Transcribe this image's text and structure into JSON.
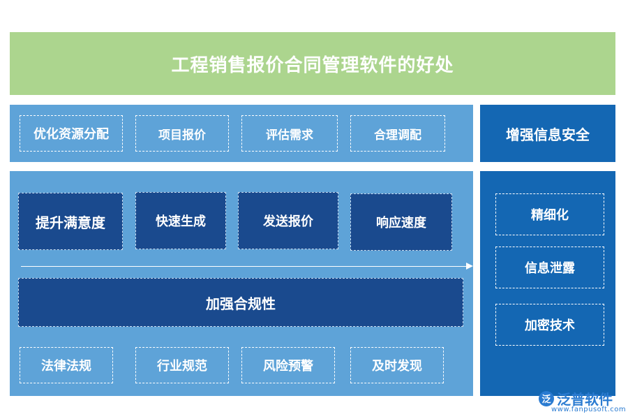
{
  "title": "工程销售报价合同管理软件的好处",
  "top_row": [
    "优化资源分配",
    "项目报价",
    "评估需求",
    "合理调配"
  ],
  "security": {
    "title": "增强信息安全",
    "items": [
      "精细化",
      "信息泄露",
      "加密技术"
    ]
  },
  "satisfaction_row": [
    "提升满意度",
    "快速生成",
    "发送报价",
    "响应速度"
  ],
  "compliance": {
    "title": "加强合规性",
    "items": [
      "法律法规",
      "行业规范",
      "风险预警",
      "及时发现"
    ]
  },
  "logo": {
    "name": "泛普软件",
    "url": "www.fanpusoft.com",
    "icon": "fanpu-logo-icon"
  },
  "colors": {
    "title_bg": "#acd58e",
    "light_panel": "#5ea3d8",
    "dark_panel": "#1467b3",
    "dark_box": "#1a4a8e"
  }
}
